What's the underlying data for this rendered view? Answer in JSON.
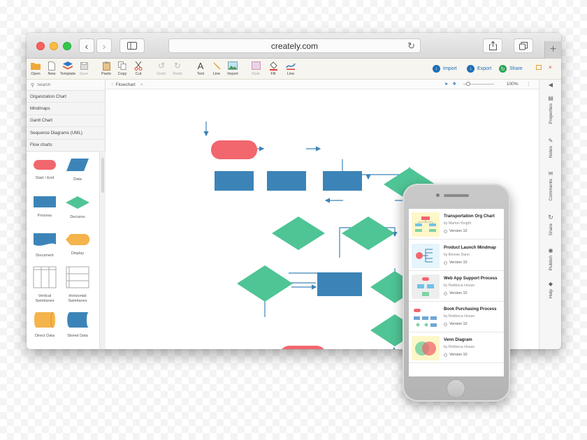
{
  "browser": {
    "url": "creately.com"
  },
  "toolbar": {
    "tools": [
      {
        "label": "Open"
      },
      {
        "label": "New"
      },
      {
        "label": "Template"
      },
      {
        "label": "Save"
      },
      {
        "label": "Paste"
      },
      {
        "label": "Copy"
      },
      {
        "label": "Cut"
      },
      {
        "label": "Undo"
      },
      {
        "label": "Redo"
      },
      {
        "label": "Text"
      },
      {
        "label": "Line"
      },
      {
        "label": "Import"
      },
      {
        "label": "Style"
      },
      {
        "label": "Fill"
      },
      {
        "label": "Line"
      }
    ],
    "import_label": "Import",
    "export_label": "Export",
    "share_label": "Share",
    "colors": {
      "action_blue": "#1d6fb8",
      "share_green": "#2aa55a",
      "close_red": "#e23b2f"
    }
  },
  "left_panel": {
    "search_placeholder": "Search",
    "libraries": [
      {
        "label": "Organization Chart"
      },
      {
        "label": "Mindmaps"
      },
      {
        "label": "Gantt Chart"
      },
      {
        "label": "Sequence Diagrams (UML)"
      },
      {
        "label": "Flow charts"
      }
    ],
    "shapes": [
      {
        "label": "Start / End"
      },
      {
        "label": "Data"
      },
      {
        "label": "Process"
      },
      {
        "label": "Decision"
      },
      {
        "label": "Document"
      },
      {
        "label": "Display"
      },
      {
        "label": "Vertical Swimlanes"
      },
      {
        "label": "Horizontal Swimlanes"
      },
      {
        "label": "Direct Data"
      },
      {
        "label": "Stored Data"
      }
    ]
  },
  "canvas": {
    "tab_label": "Flowchart",
    "zoom": "100%",
    "colors": {
      "terminator": "#f2666e",
      "process": "#3c84b8",
      "decision": "#4fc495",
      "connector": "#3c84b8"
    }
  },
  "right_sidebar": {
    "tabs": [
      {
        "label": "Properties"
      },
      {
        "label": "Notes"
      },
      {
        "label": "Comments"
      },
      {
        "label": "Share"
      },
      {
        "label": "Publish"
      },
      {
        "label": "Help"
      }
    ]
  },
  "phone": {
    "documents": [
      {
        "title": "Transportation Org Chart",
        "author": "by Marion Knight",
        "version": "Version 10"
      },
      {
        "title": "Product Launch Mindmap",
        "author": "by Bennie Dann",
        "version": "Version 10"
      },
      {
        "title": "Web App Support Process",
        "author": "by Rebbeca House",
        "version": "Version 10"
      },
      {
        "title": "Book Purchasing Process",
        "author": "by Rebbeca House",
        "version": "Version 10"
      },
      {
        "title": "Venn Diagram",
        "author": "by Rebbeca House",
        "version": "Version 10"
      }
    ]
  }
}
